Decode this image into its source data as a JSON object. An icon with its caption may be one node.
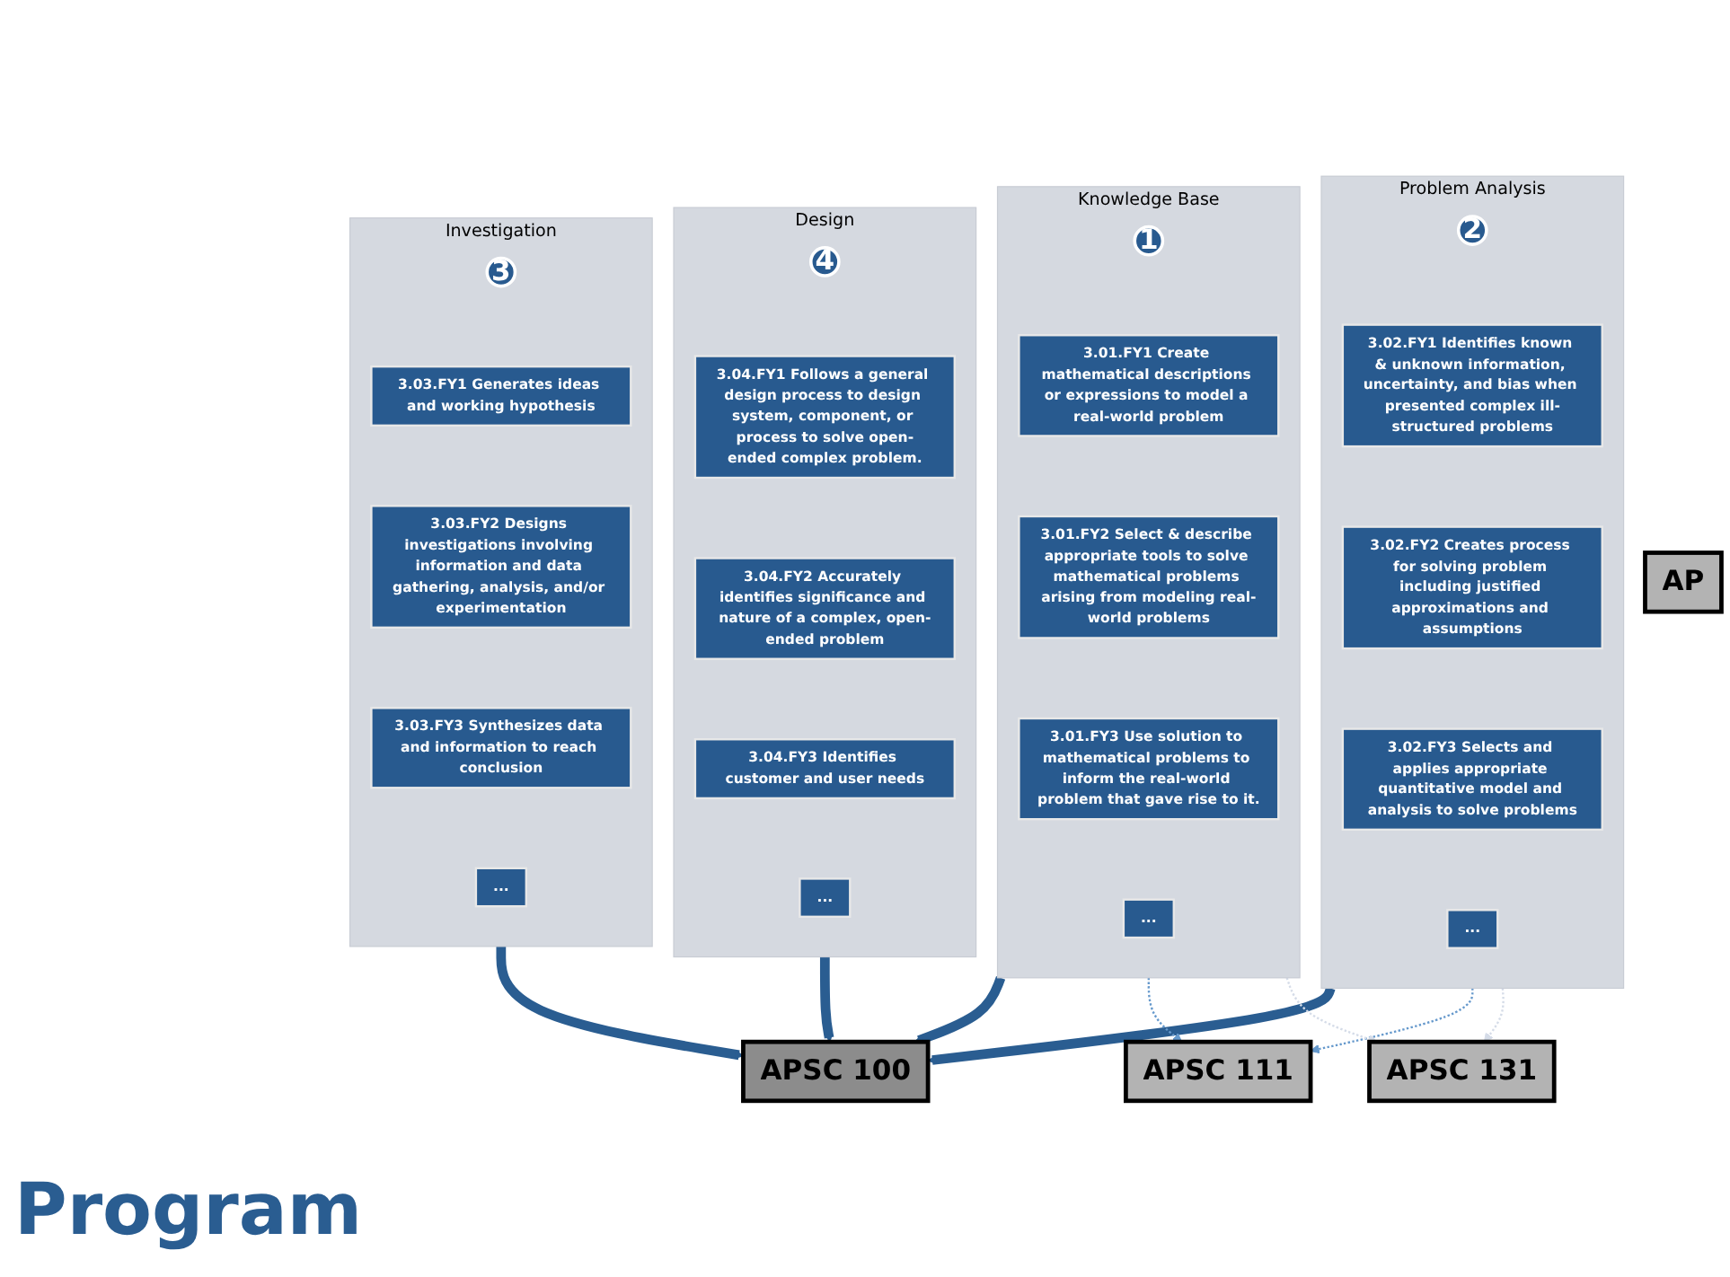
{
  "diagram": {
    "nodes": [
      {
        "text": [
          "Knowledge Base"
        ]
      },
      {
        "text": [
          "1"
        ],
        "in": 0
      },
      {
        "text": [
          "3.01.FY1 Create mathematical descriptions or expressions to model a real-world problem"
        ],
        "in": 0
      },
      {
        "text": [
          "3.01.FY2 Select & describe appropriate tools to solve mathematical problems arising from modeling real-world problems"
        ],
        "in": 0
      },
      {
        "text": [
          "3.01.FY3 Use solution to mathematical problems to inform the real-world problem that gave rise to it."
        ],
        "in": 0
      },
      {
        "text": [
          "..."
        ],
        "in": 0
      },
      {
        "text": [
          "Problem Analysis"
        ]
      },
      {
        "text": [
          "2"
        ],
        "in": 6
      },
      {
        "text": [
          "3.02.FY1 Identifies known & unknown information, uncertainty, and bias when presented complex ill-structured problems"
        ],
        "in": 6
      },
      {
        "text": [
          "3.02.FY2 Creates process for solving problem including justified approximations and assumptions"
        ],
        "in": 6
      },
      {
        "text": [
          "3.02.FY3 Selects and applies appropriate quantitative model and analysis to solve problems"
        ],
        "in": 6
      },
      {
        "text": [
          "..."
        ],
        "in": 6
      },
      {
        "text": [
          "Investigation"
        ]
      },
      {
        "text": [
          "3"
        ],
        "in": 12
      },
      {
        "text": [
          "3.03.FY1 Generates ideas and working hypothesis"
        ],
        "in": 12
      },
      {
        "text": [
          "3.03.FY2 Designs investigations involving information and data gathering, analysis, and/or experimentation"
        ],
        "in": 12
      },
      {
        "text": [
          "3.03.FY3 Synthesizes data and information to reach conclusion"
        ],
        "in": 12
      },
      {
        "text": [
          "..."
        ],
        "in": 12
      },
      {
        "text": [
          "Design"
        ]
      },
      {
        "text": [
          "4"
        ],
        "in": 18
      },
      {
        "text": [
          "3.04.FY1 Follows a general design process to design system, component, or process to solve open-ended complex problem."
        ],
        "in": 18
      },
      {
        "text": [
          "3.04.FY2 Accurately identifies significance and nature of a complex, open-ended problem"
        ],
        "in": 18
      },
      {
        "text": [
          "3.04.FY3 Identifies customer and user needs"
        ],
        "in": 18
      },
      {
        "text": [
          "..."
        ],
        "in": 18
      },
      {
        "text": [
          "APSC 100"
        ]
      },
      {
        "text": [
          "APSC 111"
        ]
      },
      {
        "text": [
          "APSC 131"
        ]
      },
      {
        "text": [
          "AP"
        ]
      }
    ],
    "edges": [
      {
        "from": 0,
        "to": 24,
        "arrow": "to",
        "style": "thick"
      },
      {
        "from": 6,
        "to": 24,
        "arrow": "to",
        "style": "thick"
      },
      {
        "from": 12,
        "to": 24,
        "arrow": "to",
        "style": "thick"
      },
      {
        "from": 18,
        "to": 24,
        "arrow": "to",
        "style": "thick"
      },
      {
        "from": 0,
        "to": 25,
        "arrow": "to",
        "style": "dashed",
        "color": "#6699cc"
      },
      {
        "from": 6,
        "to": 25,
        "arrow": "to",
        "style": "dashed",
        "color": "#6699cc"
      },
      {
        "from": 0,
        "to": 26,
        "arrow": "to",
        "style": "dashed",
        "color": "#d5dce8"
      },
      {
        "from": 6,
        "to": 26,
        "arrow": "to",
        "style": "dashed",
        "color": "#d5dce8"
      }
    ],
    "labels": [
      "Program"
    ]
  }
}
